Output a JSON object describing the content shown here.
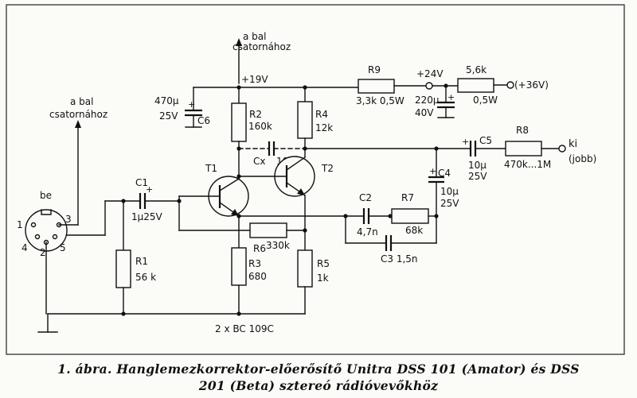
{
  "diagram": {
    "labels": {
      "left_channel_top_1": "a bal",
      "left_channel_top_2": "csatornához",
      "left_channel_side_1": "a bal",
      "left_channel_side_2": "csatornához",
      "supply_19v": "+19V",
      "supply_24v": "+24V",
      "supply_36v": "(+36V)",
      "r9_name": "R9",
      "r9_value": "3,3k 0,5W",
      "r56k_value": "5,6k",
      "r56k_power": "0,5W",
      "cap_220": "220µ",
      "cap_220_v": "40V",
      "c6_value": "470µ",
      "c6_v": "25V",
      "c6_name": "C6",
      "r2_name": "R2",
      "r2_value": "160k",
      "r4_name": "R4",
      "r4_value": "12k",
      "cx_name": "Cx",
      "cx_value": "100",
      "c5_name": "C5",
      "c5_value": "10µ",
      "c5_v": "25V",
      "r8_name": "R8",
      "r8_value": "470k...1M",
      "out_label": "ki",
      "out_sub": "(jobb)",
      "c4_name": "C4",
      "c4_value": "10µ",
      "c4_v": "25V",
      "t1": "T1",
      "t2": "T2",
      "c2_name": "C2",
      "c2_value": "4,7n",
      "r7_name": "R7",
      "r7_value": "68k",
      "c3": "C3 1,5n",
      "r6_name": "R6",
      "r6_value": "330k",
      "r3_name": "R3",
      "r3_value": "680",
      "r5_name": "R5",
      "r5_value": "1k",
      "c1_name": "C1",
      "c1_value": "1µ25V",
      "r1_name": "R1",
      "r1_value": "56 k",
      "be": "be",
      "pin1": "1",
      "pin2": "2",
      "pin3": "3",
      "pin4": "4",
      "pin5": "5",
      "transistors": "2 x BC 109C"
    },
    "caption_line1": "1. ábra. Hanglemezkorrektor-előerősítő Unitra DSS 101 (Amator) és DSS",
    "caption_line2": "201 (Beta) sztereó rádióvevőkhöz"
  }
}
